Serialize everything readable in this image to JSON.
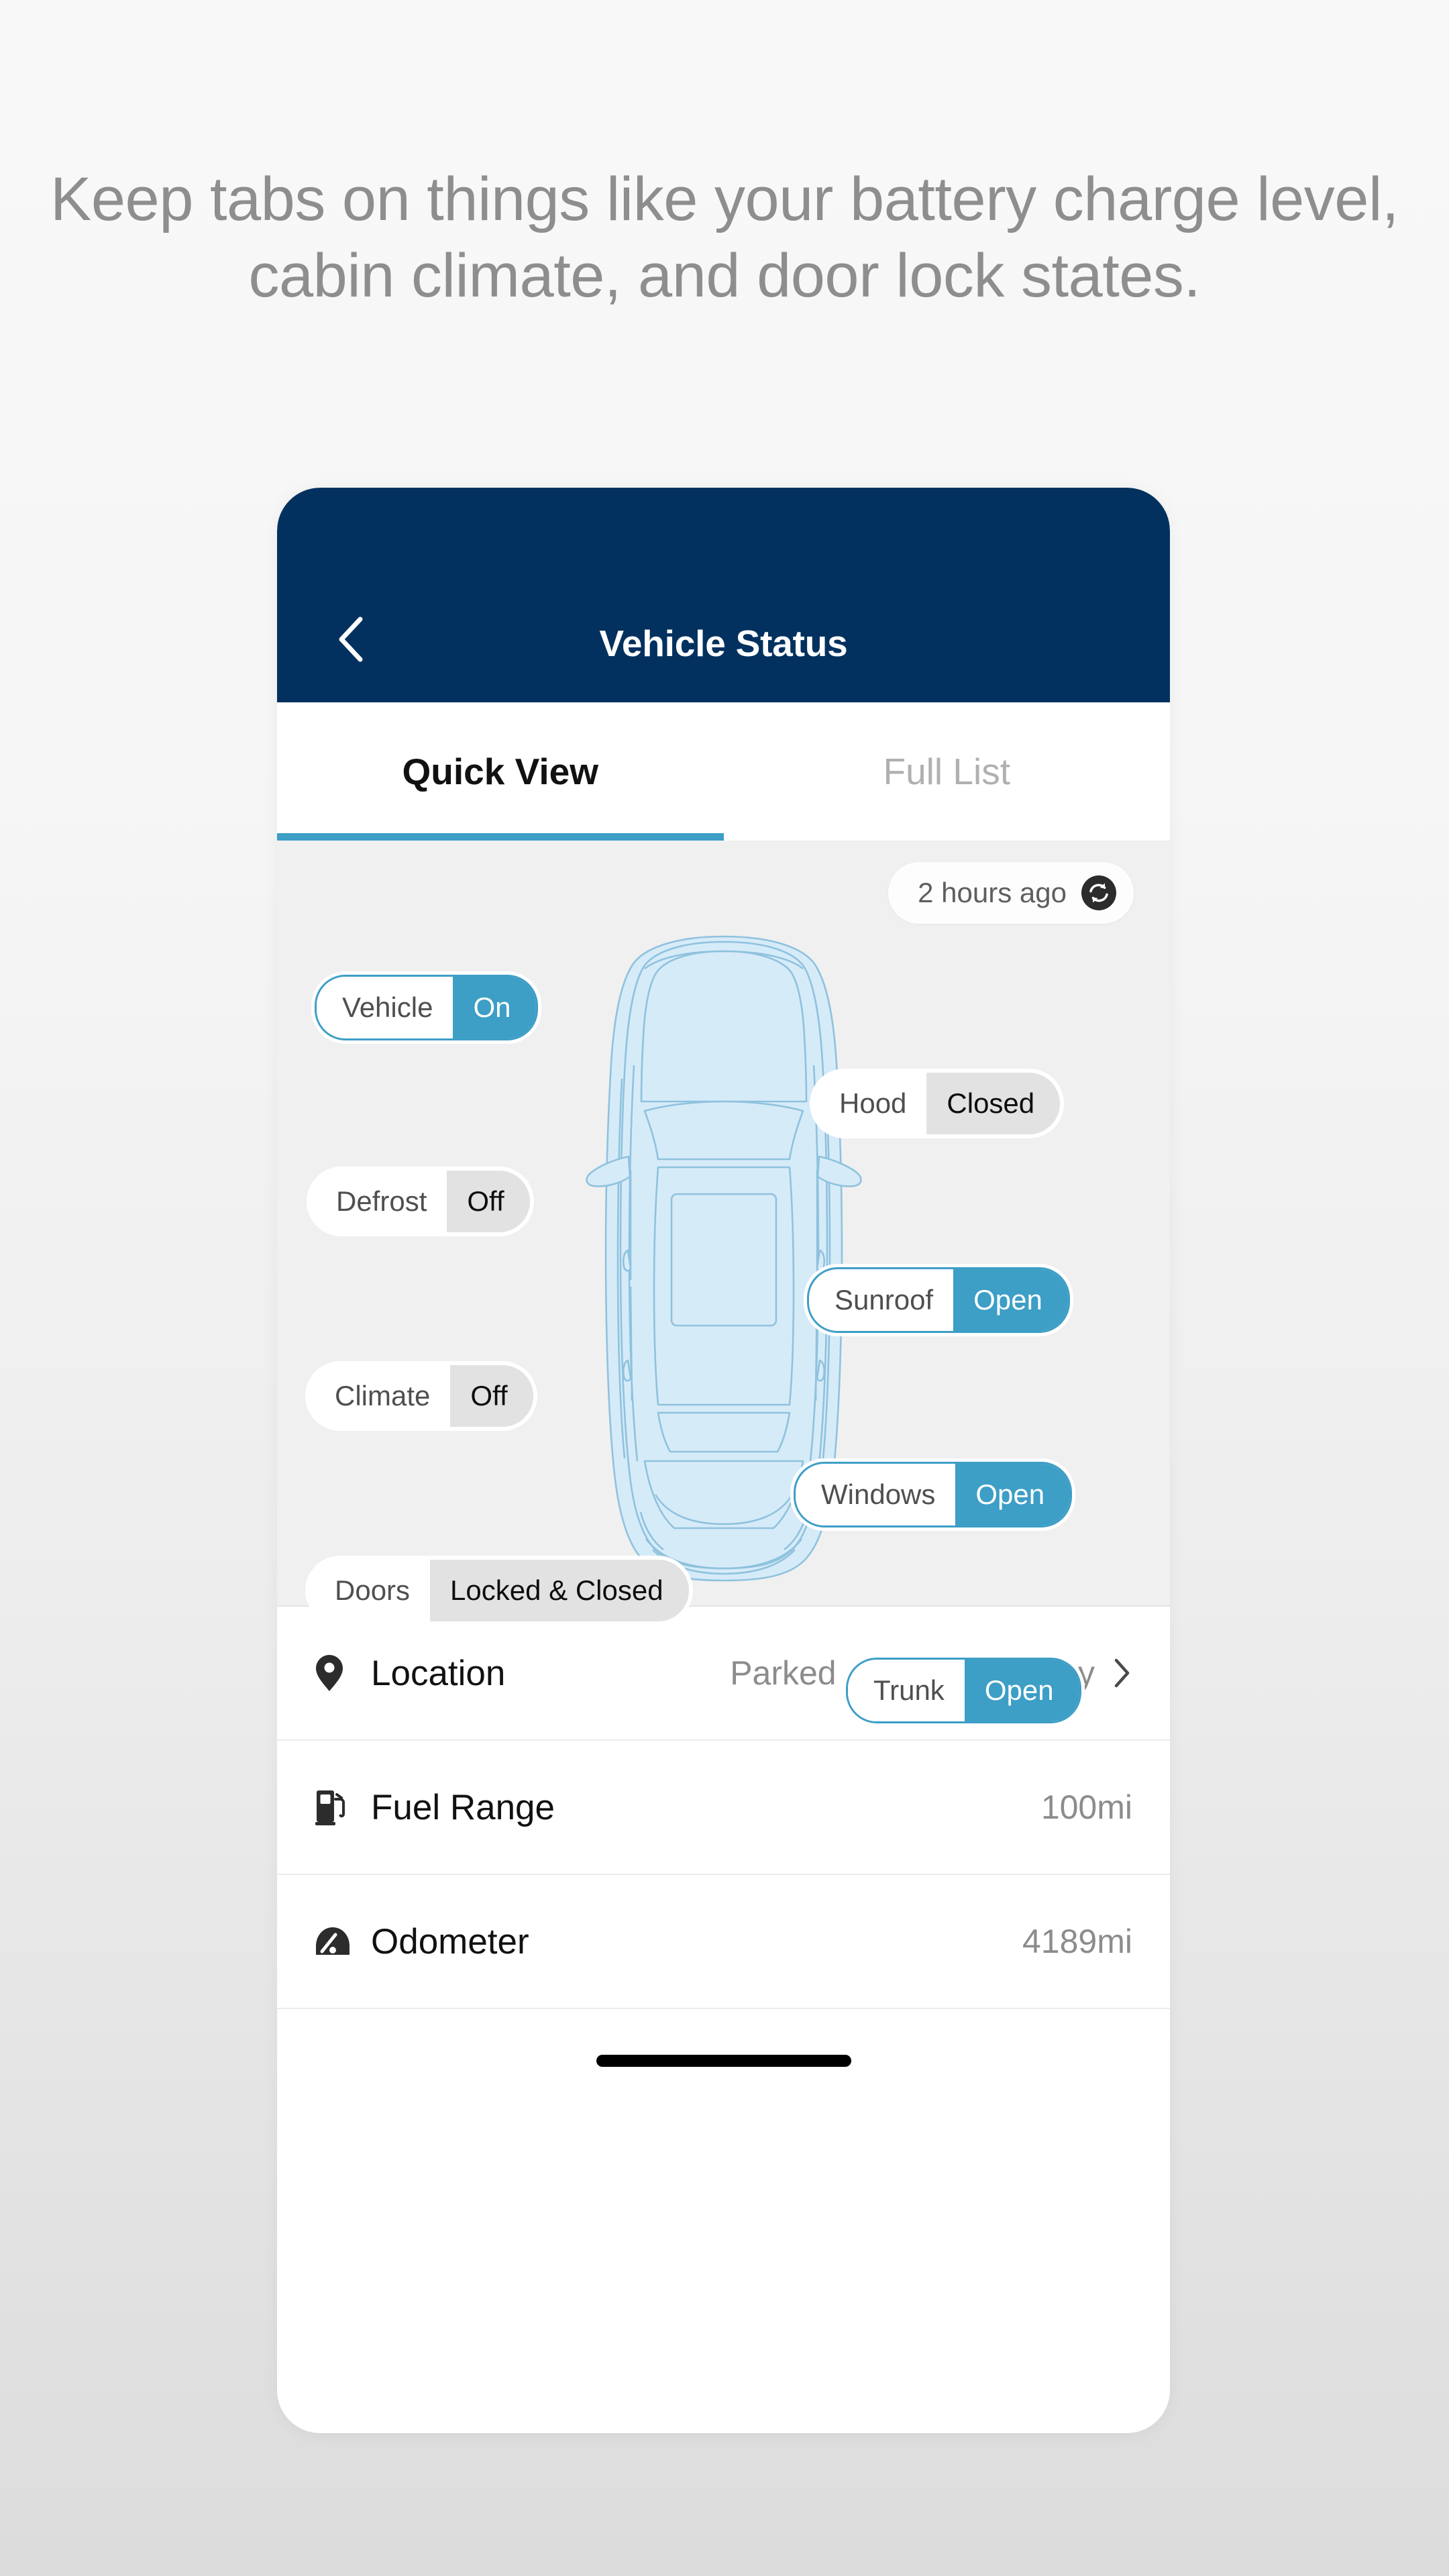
{
  "headline": "Keep tabs on things like your battery charge level, cabin climate, and door lock states.",
  "phone": {
    "header": {
      "title": "Vehicle Status",
      "back_icon": "chevron-left-icon"
    },
    "tabs": [
      {
        "label": "Quick View",
        "active": true
      },
      {
        "label": "Full List",
        "active": false
      }
    ],
    "refresh": {
      "text": "2 hours ago",
      "icon": "refresh-circle-icon"
    },
    "status_pills": [
      {
        "key": "Vehicle",
        "value": "On",
        "state": "on",
        "side": "left"
      },
      {
        "key": "Hood",
        "value": "Closed",
        "state": "off",
        "side": "right"
      },
      {
        "key": "Defrost",
        "value": "Off",
        "state": "off",
        "side": "left"
      },
      {
        "key": "Sunroof",
        "value": "Open",
        "state": "on",
        "side": "right"
      },
      {
        "key": "Climate",
        "value": "Off",
        "state": "off",
        "side": "left"
      },
      {
        "key": "Windows",
        "value": "Open",
        "state": "on",
        "side": "right"
      },
      {
        "key": "Doors",
        "value": "Locked & Closed",
        "state": "off",
        "side": "left"
      },
      {
        "key": "Trunk",
        "value": "Open",
        "state": "on",
        "side": "right"
      }
    ],
    "info_rows": [
      {
        "icon": "map-pin-icon",
        "label": "Location",
        "value": "Parked - Fountain Valley",
        "chevron": true
      },
      {
        "icon": "fuel-pump-icon",
        "label": "Fuel Range",
        "value": "100mi",
        "chevron": false
      },
      {
        "icon": "speedometer-icon",
        "label": "Odometer",
        "value": "4189mi",
        "chevron": false
      }
    ]
  },
  "colors": {
    "brand_navy": "#03315f",
    "accent_blue": "#3d9ec6",
    "car_fill": "#d6ebf8",
    "car_stroke": "#8fc2de",
    "pill_off_bg": "#e2e2e2"
  }
}
